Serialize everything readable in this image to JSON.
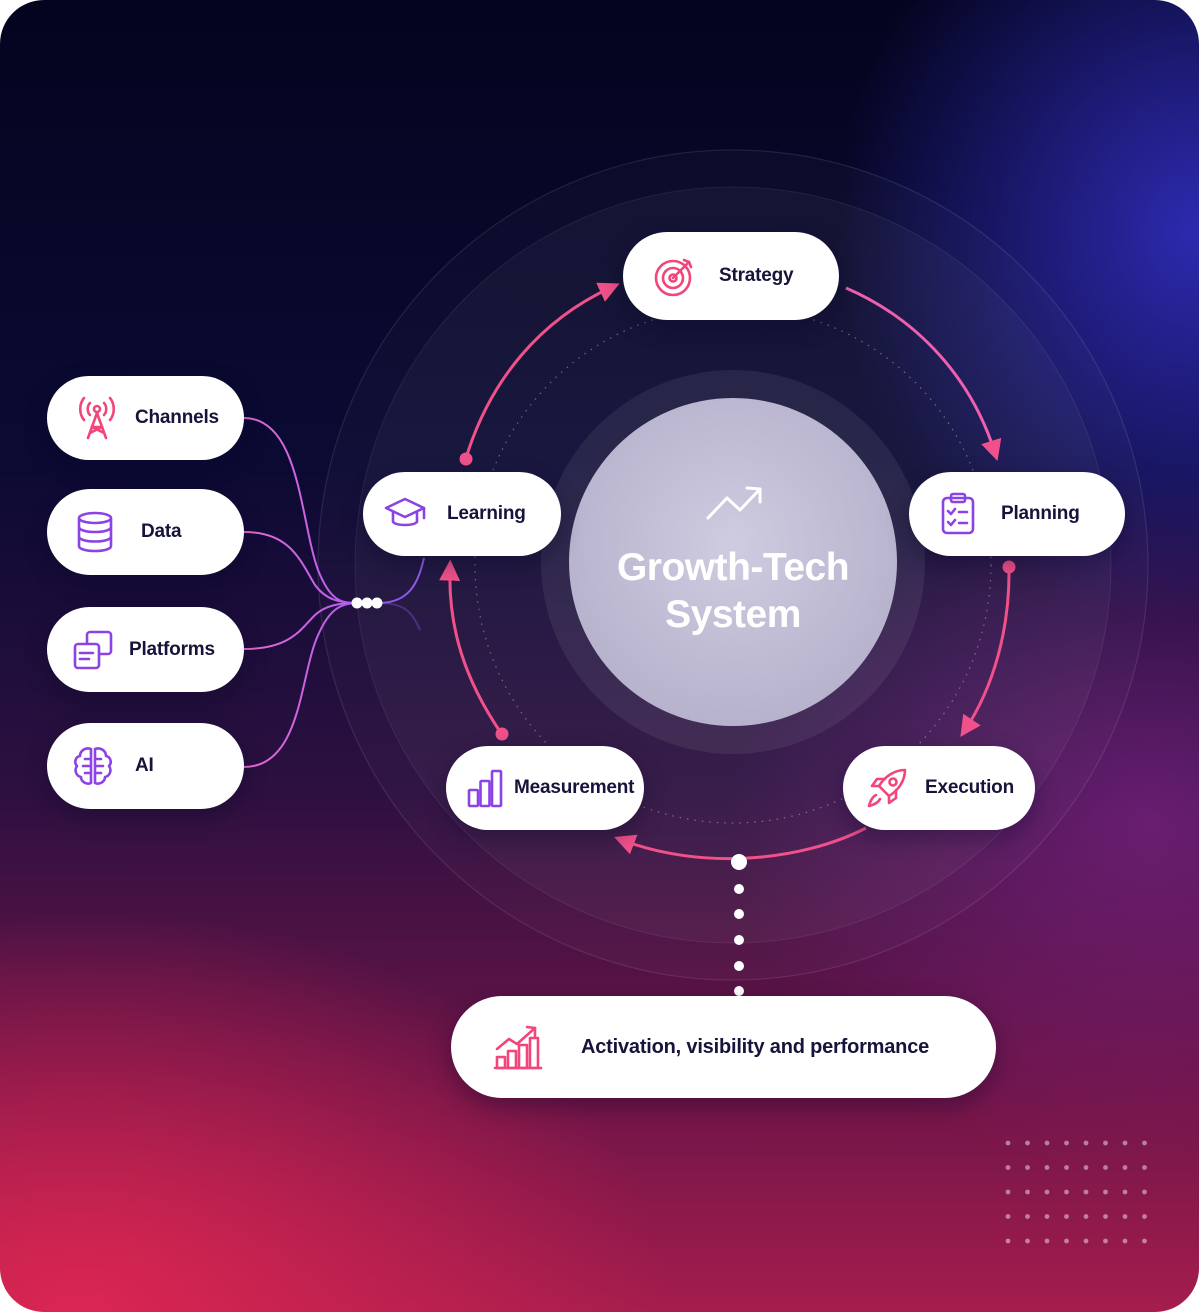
{
  "core": {
    "line1": "Growth-Tech",
    "line2": "System",
    "icon": "trend-up-icon"
  },
  "cycle": {
    "strategy": {
      "label": "Strategy",
      "icon": "target-icon"
    },
    "planning": {
      "label": "Planning",
      "icon": "clipboard-checklist-icon"
    },
    "execution": {
      "label": "Execution",
      "icon": "rocket-icon"
    },
    "measurement": {
      "label": "Measurement",
      "icon": "bar-chart-icon"
    },
    "learning": {
      "label": "Learning",
      "icon": "graduation-cap-icon"
    }
  },
  "inputs": [
    {
      "label": "Channels",
      "icon": "antenna-tower-icon"
    },
    {
      "label": "Data",
      "icon": "database-icon"
    },
    {
      "label": "Platforms",
      "icon": "stacked-windows-icon"
    },
    {
      "label": "AI",
      "icon": "brain-chip-icon"
    }
  ],
  "output": {
    "label": "Activation, visibility and performance",
    "icon": "growth-chart-icon"
  },
  "colors": {
    "accent_pink": "#f0467a",
    "accent_purple": "#8b43e6",
    "text_dark": "#16143a"
  }
}
